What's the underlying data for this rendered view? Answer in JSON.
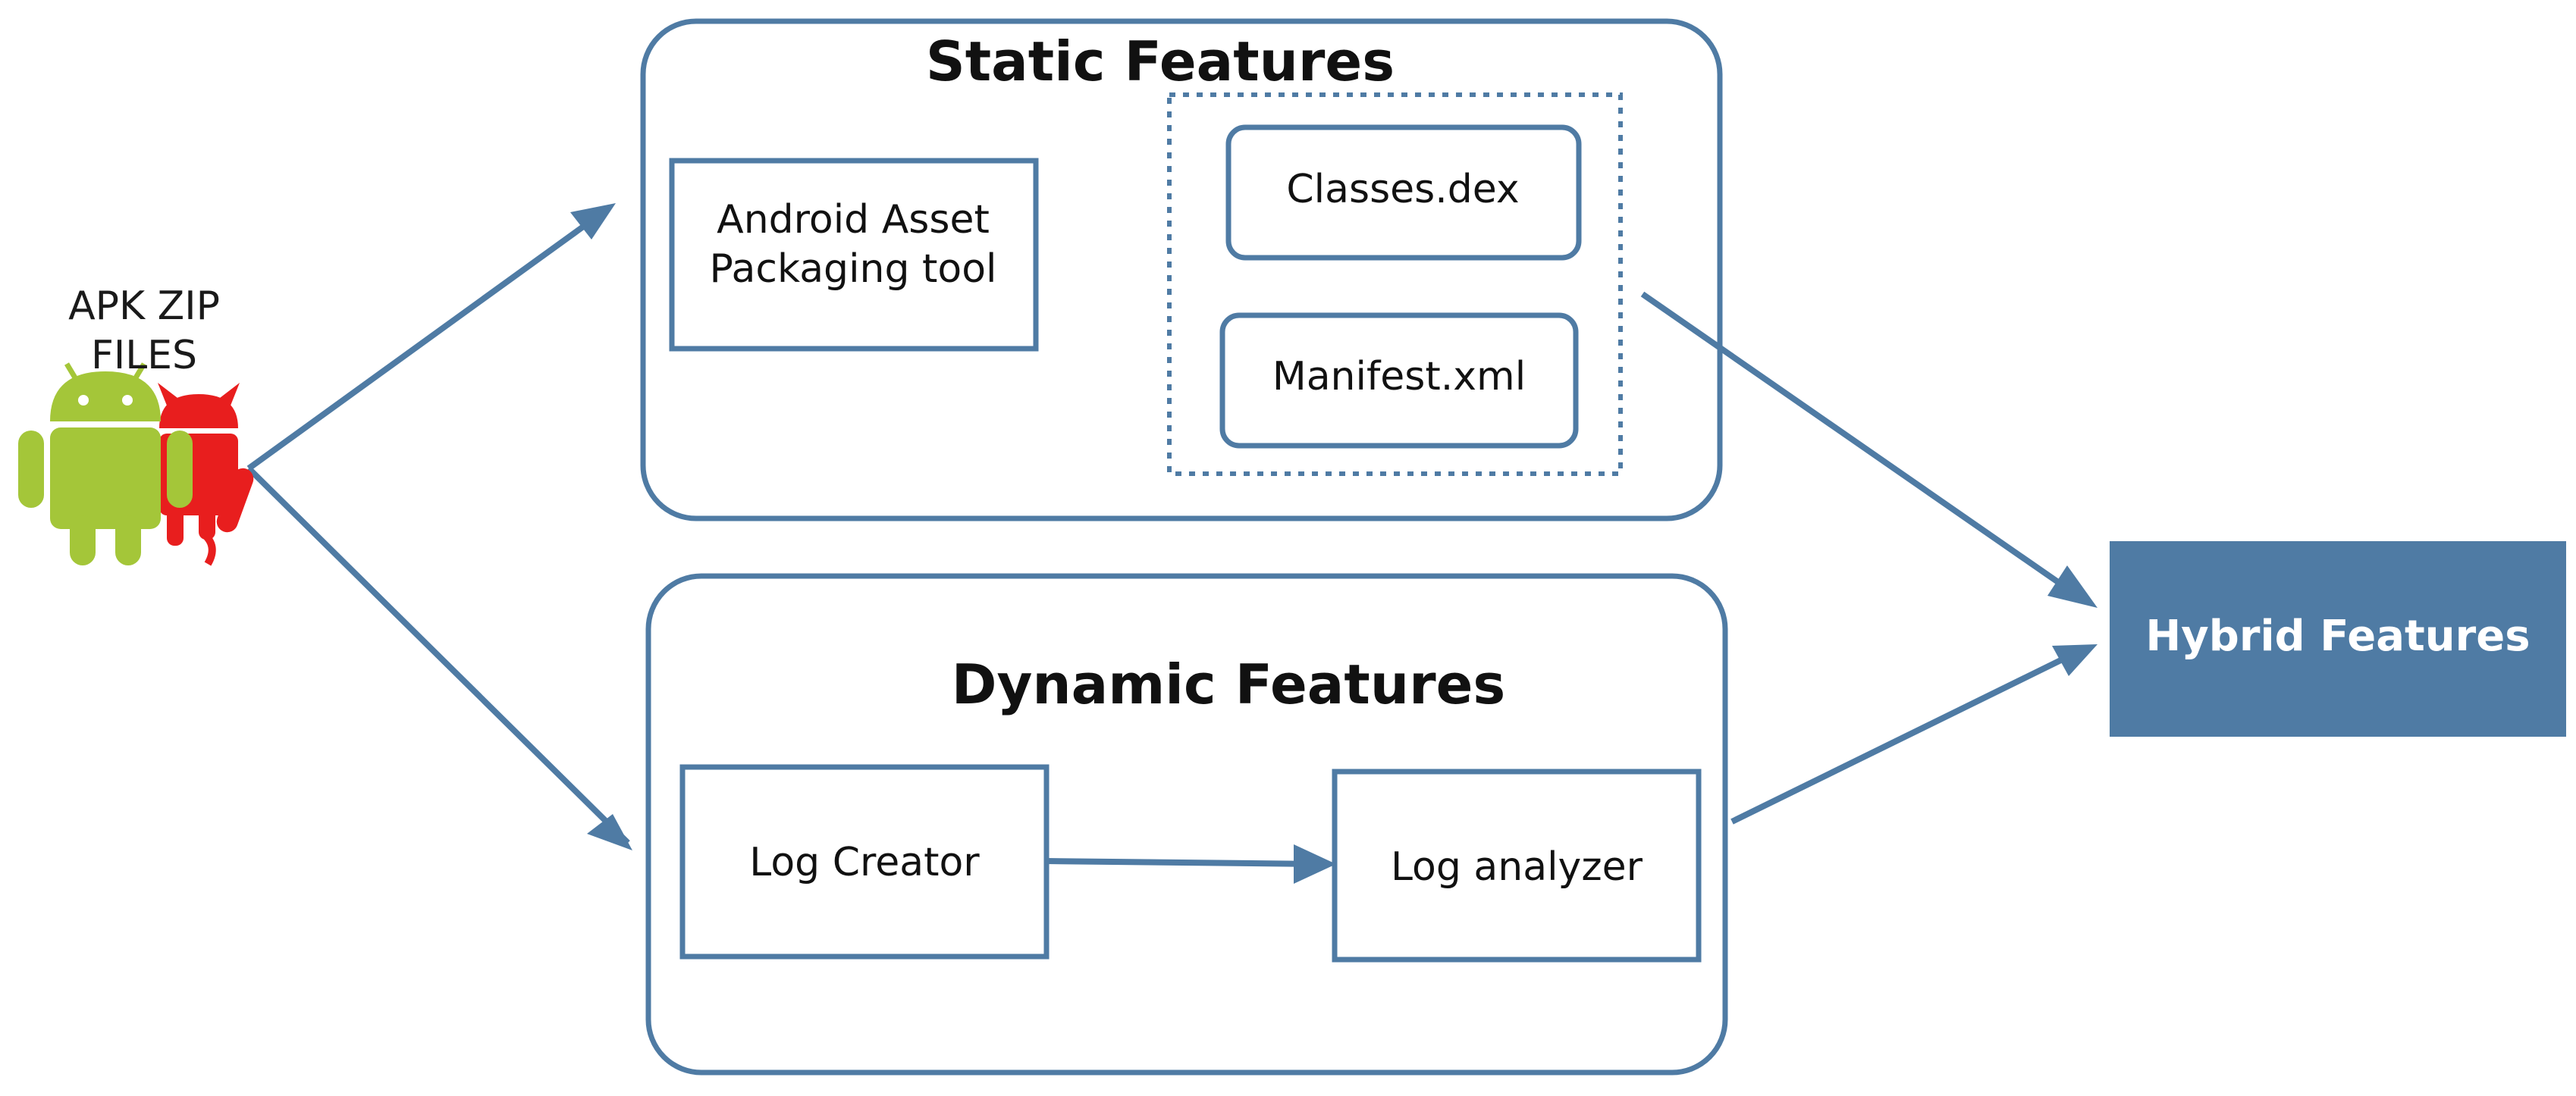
{
  "diagram": {
    "apk_label": "APK ZIP\nFILES",
    "static_title": "Static Features",
    "aapt_label": "Android Asset\nPackaging tool",
    "classes_label": "Classes.dex",
    "manifest_label": "Manifest.xml",
    "dynamic_title": "Dynamic Features",
    "log_creator_label": "Log Creator",
    "log_analyzer_label": "Log analyzer",
    "hybrid_label": "Hybrid Features"
  },
  "colors": {
    "stroke": "#4f7ba4",
    "hybrid_fill": "#4f7ba4",
    "android_green": "#a4c639",
    "malware_red": "#e81e1e"
  },
  "icons": [
    "android-robot-icon",
    "red-devil-android-icon"
  ]
}
